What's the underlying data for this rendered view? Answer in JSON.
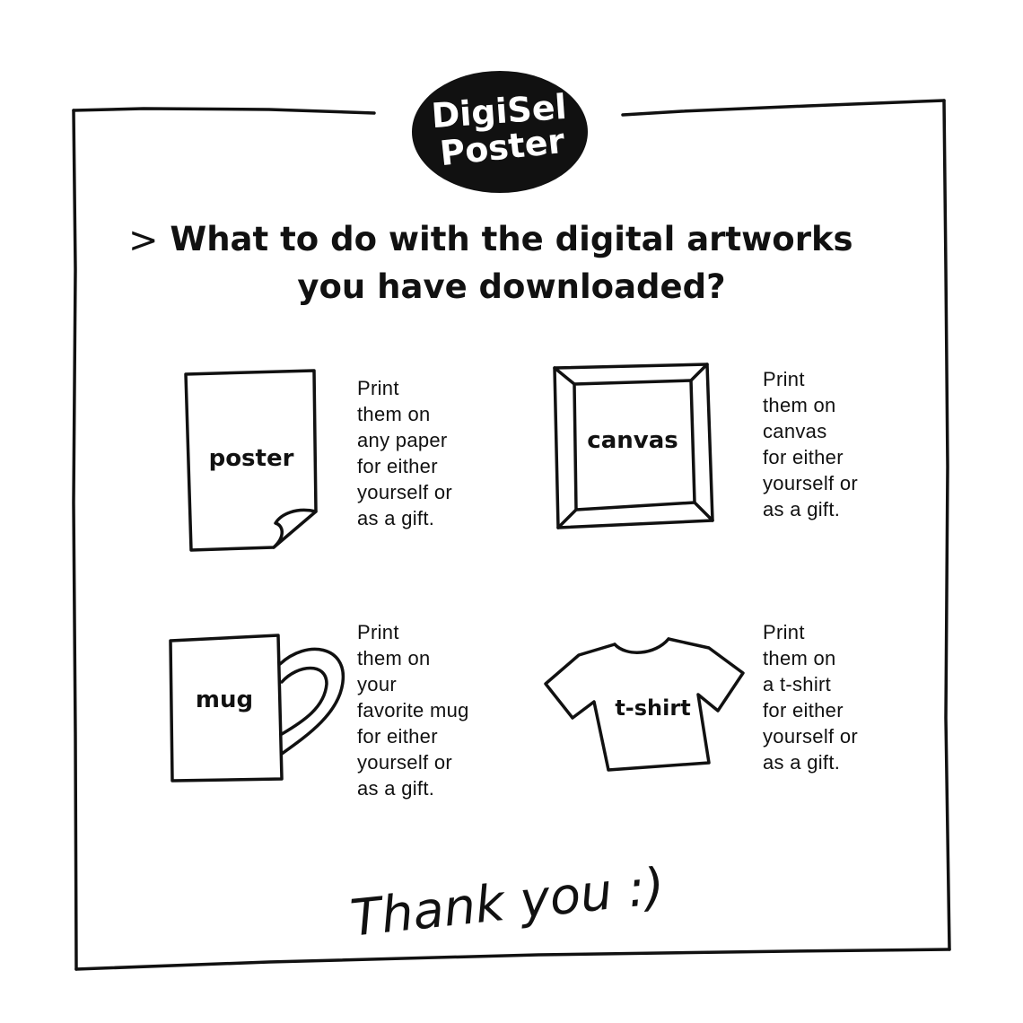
{
  "logo": {
    "line1": "DigiSel",
    "line2": "Poster"
  },
  "heading": {
    "line1": "What to do with the digital artworks",
    "line2": "you have downloaded?"
  },
  "items": [
    {
      "label": "poster",
      "desc": "Print\nthem on\nany paper\nfor either\nyourself or\nas a gift."
    },
    {
      "label": "canvas",
      "desc": "Print\nthem on\ncanvas\nfor either\nyourself or\nas a gift."
    },
    {
      "label": "mug",
      "desc": "Print\nthem on\nyour\nfavorite mug\nfor either\nyourself or\nas a gift."
    },
    {
      "label": "t-shirt",
      "desc": "Print\nthem on\na t-shirt\nfor either\nyourself or\nas a gift."
    }
  ],
  "footer": {
    "thanks": "Thank you :)"
  }
}
